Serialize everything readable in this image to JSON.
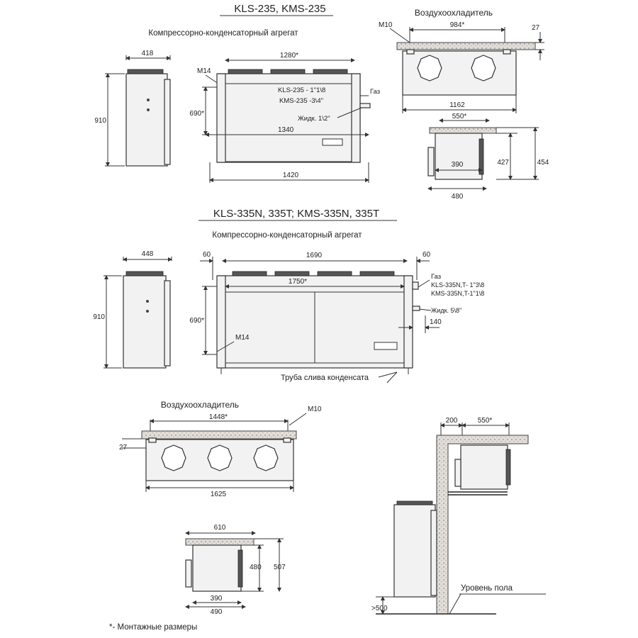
{
  "section1": {
    "title": "KLS-235, KMS-235",
    "condensing_unit_label": "Компрессорно-конденсаторный агрегат",
    "air_cooler_label": "Воздухоохладитель",
    "dims": {
      "side_width": "418",
      "side_height": "910",
      "front_width_top": "1280*",
      "front_width_mid": "1340",
      "front_width_bottom": "1420",
      "front_height": "690*",
      "bolt": "M14",
      "gas_kls": "KLS-235 - 1\"1\\8",
      "gas_kms": "KMS-235 -3\\4\"",
      "gas": "Газ",
      "liquid": "Жидк. 1\\2\"",
      "cooler_bolt": "M10",
      "cooler_mount": "984*",
      "cooler_gap": "27",
      "cooler_length": "1162",
      "cooler_side_mount": "550*",
      "cooler_side_h1": "427",
      "cooler_side_h2": "454",
      "cooler_side_inner": "390",
      "cooler_side_depth": "480"
    }
  },
  "section2": {
    "title": "KLS-335N, 335T; KMS-335N, 335T",
    "condensing_unit_label": "Компрессорно-конденсаторный агрегат",
    "dims": {
      "side_width": "448",
      "side_height": "910",
      "left_offset": "60",
      "right_offset": "60",
      "front_width_top": "1690",
      "front_width_mid": "1750*",
      "front_height": "690*",
      "bolt": "M14",
      "gas": "Газ",
      "gas_kls": "KLS-335N,T- 1\"3\\8",
      "gas_kms": "KMS-335N,T-1\"1\\8",
      "liquid": "Жидк. 5\\8\"",
      "pipe_offset": "140",
      "drain_label": "Труба слива конденсата"
    }
  },
  "section3": {
    "air_cooler_label": "Воздухоохладитель",
    "dims": {
      "bolt": "M10",
      "mount": "1448*",
      "gap": "27",
      "length": "1625",
      "side_width": "610",
      "side_h1": "480",
      "side_h2": "507",
      "side_inner": "390",
      "side_depth": "490"
    }
  },
  "section4": {
    "dims": {
      "wall": "200",
      "mount": "550*",
      "floor_min": ">500"
    },
    "floor_label": "Уровень пола"
  },
  "footnote": "*- Монтажные размеры"
}
